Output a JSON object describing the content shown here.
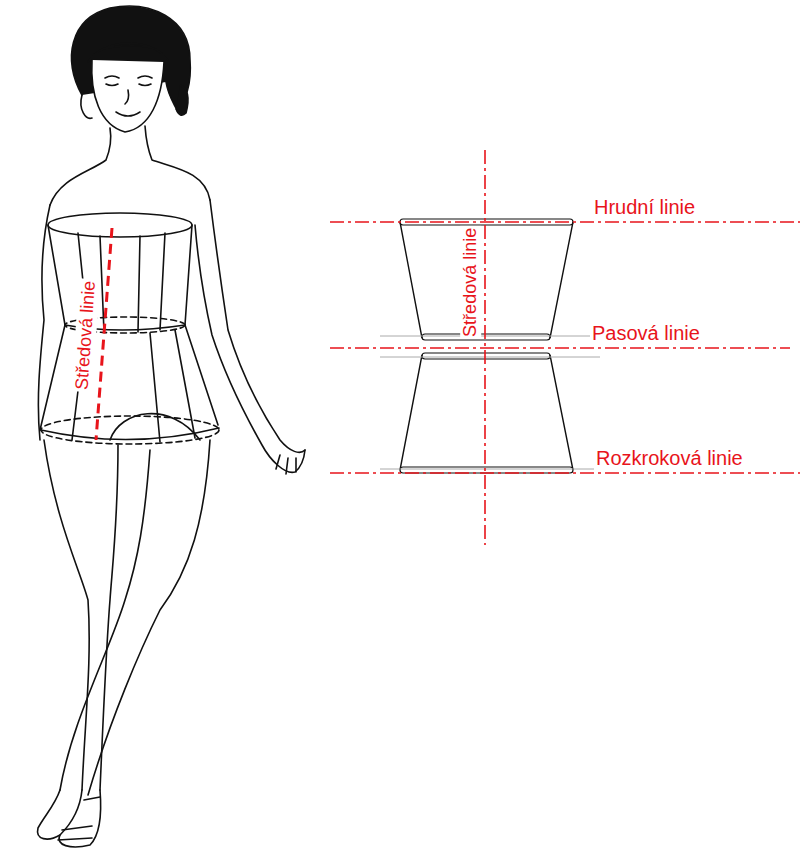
{
  "diagram": {
    "labels": [
      "Středová linie",
      "Hrudní linie",
      "Pasová linie",
      "Středová linie",
      "Rozkroková linie"
    ]
  }
}
